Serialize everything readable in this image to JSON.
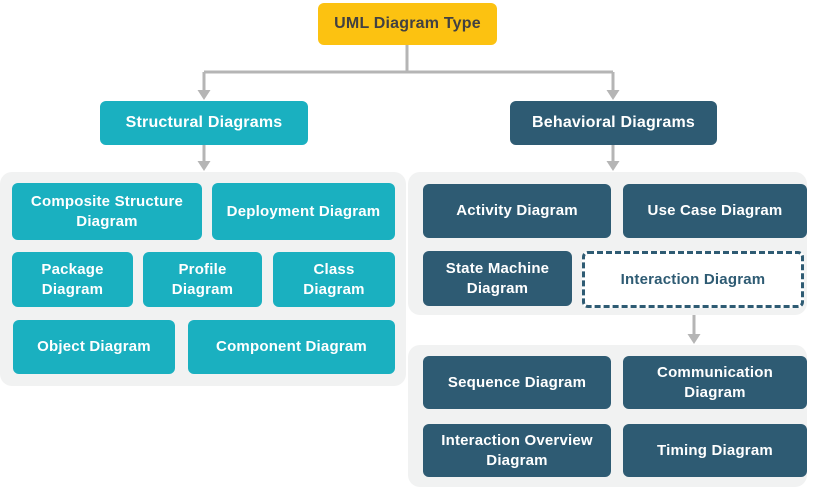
{
  "diagram": {
    "root": "UML Diagram Type",
    "structural": {
      "header": "Structural Diagrams",
      "items": [
        "Composite Structure Diagram",
        "Deployment Diagram",
        "Package Diagram",
        "Profile Diagram",
        "Class Diagram",
        "Object Diagram",
        "Component Diagram"
      ]
    },
    "behavioral": {
      "header": "Behavioral Diagrams",
      "items": [
        "Activity Diagram",
        "Use Case Diagram",
        "State Machine Diagram",
        "Interaction Diagram"
      ],
      "interaction_items": [
        "Sequence Diagram",
        "Communication Diagram",
        "Interaction Overview Diagram",
        "Timing Diagram"
      ]
    },
    "colors": {
      "root_fill": "#FCC211",
      "root_text": "#414042",
      "teal": "#1AB0C0",
      "navy": "#2E5B73",
      "panel": "#F1F2F2",
      "connector": "#B5B5B5"
    }
  }
}
